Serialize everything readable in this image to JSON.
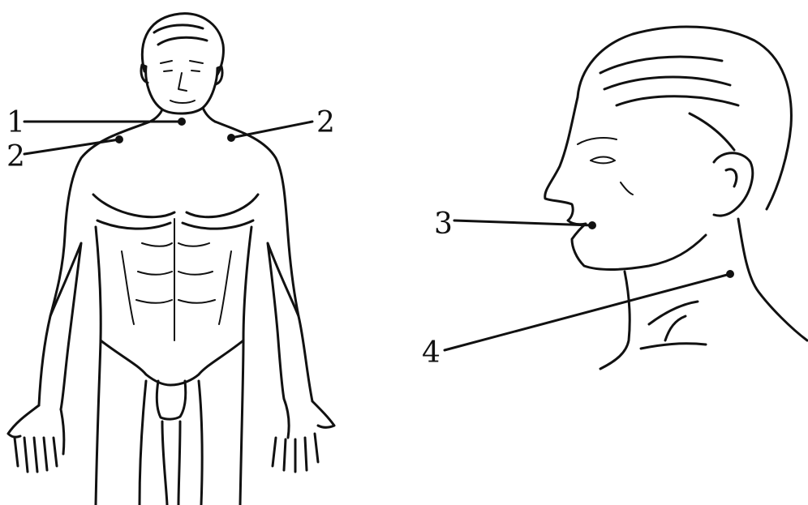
{
  "figure": {
    "labels": {
      "label_1": "1",
      "label_2_left": "2",
      "label_2_right": "2",
      "label_3": "3",
      "label_4": "4"
    },
    "colors": {
      "ink": "#111111",
      "background": "#ffffff"
    }
  }
}
